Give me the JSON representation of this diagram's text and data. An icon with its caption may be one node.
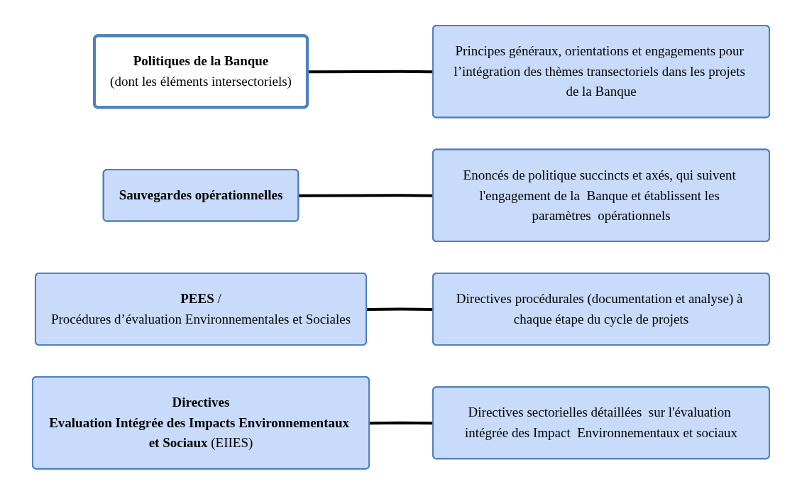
{
  "diagram": {
    "nodes": [
      {
        "text": [
          "Politiques de la Banque",
          "(dont les éléments intersectoriels)"
        ]
      },
      {
        "text": [
          "Principes généraux, orientations et engagements pour l’intégration des thèmes transectoriels dans les projets de la Banque"
        ]
      },
      {
        "text": [
          "Sauvegardes opérationnelles"
        ]
      },
      {
        "text": [
          "Enoncés de politique succincts et axés, qui suivent l'engagement de la  Banque et établissent les paramètres  opérationnels"
        ]
      },
      {
        "text": [
          "**PEES** /",
          "Procédures d’évaluation Environnementales et Sociales"
        ]
      },
      {
        "text": [
          "Directives procédurales (documentation et analyse) à chaque étape du cycle de projets"
        ]
      },
      {
        "text": [
          "Directives",
          "**Evaluation Intégrée des Impacts Environnementaux et Sociaux** (EIIES)"
        ]
      },
      {
        "text": [
          "Directives sectorielles détaillées  sur l'évaluation intégrée des Impact  Environnementaux et sociaux"
        ]
      }
    ],
    "edges": [
      {
        "from": 0,
        "to": 1,
        "arrow": "none"
      },
      {
        "from": 2,
        "to": 3,
        "arrow": "none"
      },
      {
        "from": 4,
        "to": 5,
        "arrow": "none"
      },
      {
        "from": 6,
        "to": 7,
        "arrow": "none"
      }
    ]
  }
}
